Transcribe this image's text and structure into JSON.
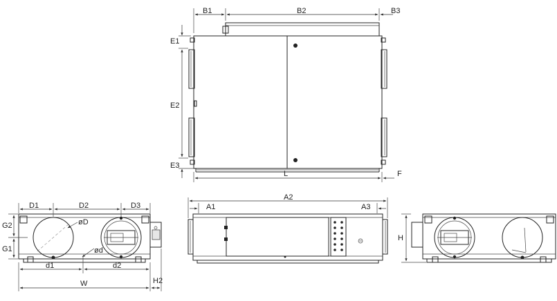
{
  "labels": {
    "b1": "B1",
    "b2": "B2",
    "b3": "B3",
    "e1": "E1",
    "e2": "E2",
    "e3": "E3",
    "l": "L",
    "f": "F",
    "d1u": "D1",
    "d2u": "D2",
    "d3u": "D3",
    "g1": "G1",
    "g2": "G2",
    "od_big": "øD",
    "od_small": "ød",
    "d1l": "d1",
    "d2l": "d2",
    "w": "W",
    "h2": "H2",
    "a1": "A1",
    "a2": "A2",
    "a3": "A3",
    "h": "H"
  },
  "colors": {
    "line": "#222222",
    "panel": "#e6e6e6"
  }
}
